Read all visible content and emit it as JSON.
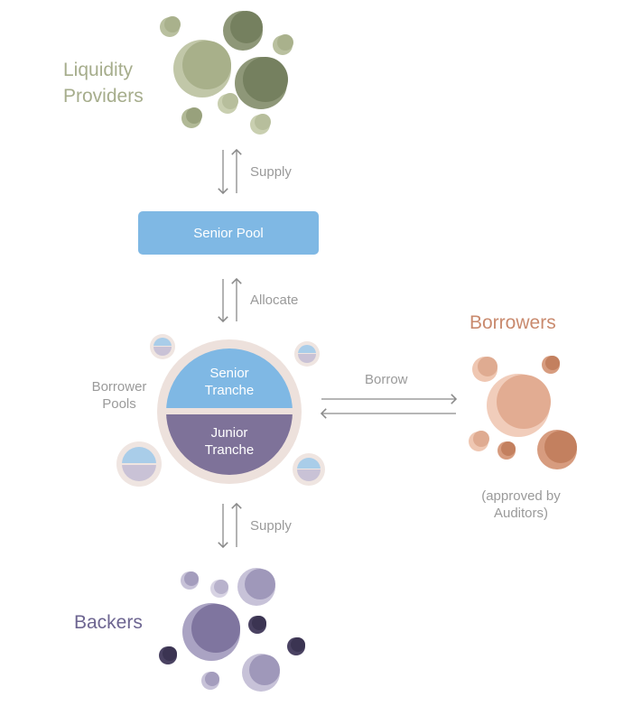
{
  "liquidity_providers": {
    "title_line1": "Liquidity",
    "title_line2": "Providers",
    "color": "#a6ad8c"
  },
  "supply_top": {
    "label": "Supply"
  },
  "senior_pool": {
    "label": "Senior Pool",
    "color": "#7fb8e4"
  },
  "allocate": {
    "label": "Allocate"
  },
  "borrower_pools": {
    "label_line1": "Borrower",
    "label_line2": "Pools"
  },
  "tranches": {
    "senior_line1": "Senior",
    "senior_line2": "Tranche",
    "senior_color": "#7fb8e4",
    "junior_line1": "Junior",
    "junior_line2": "Tranche",
    "junior_color": "#7e7299"
  },
  "borrow": {
    "label": "Borrow"
  },
  "borrowers": {
    "title": "Borrowers",
    "note_line1": "(approved by",
    "note_line2": "Auditors)",
    "color": "#c98a6e"
  },
  "supply_bottom": {
    "label": "Supply"
  },
  "backers": {
    "title": "Backers",
    "color": "#6d6591"
  }
}
